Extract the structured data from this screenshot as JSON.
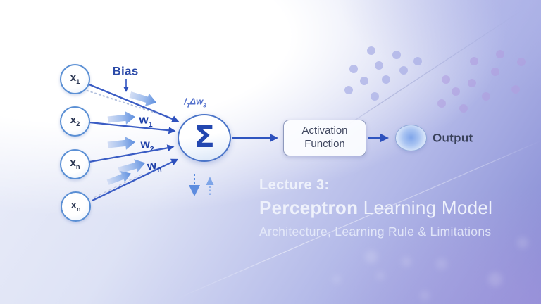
{
  "slide": {
    "lecture_line": "Lecture 3:",
    "title_emphasis": "Perceptron",
    "title_rest": " Learning Model",
    "subtitle": "Architecture, Learning Rule & Limitations"
  },
  "diagram": {
    "bias_label": "Bias",
    "inputs": [
      {
        "base": "x",
        "sub": "1"
      },
      {
        "base": "x",
        "sub": "2"
      },
      {
        "base": "x",
        "sub": "n"
      },
      {
        "base": "x",
        "sub": "n"
      }
    ],
    "weights": [
      {
        "base": "w",
        "sub": "1"
      },
      {
        "base": "w",
        "sub": "2"
      },
      {
        "base": "w",
        "sub": "n"
      }
    ],
    "delta_annotation": {
      "pre": "/",
      "pre_sub": "1",
      "base": "Δw",
      "sub": "3"
    },
    "sum_symbol": "Σ",
    "activation_label": "Activation Function",
    "output_label": "Output"
  },
  "colors": {
    "arrow_blue": "#3052bf",
    "node_border_blue": "#5a8fd4",
    "sum_border_blue": "#4a74c8",
    "sigma_blue": "#2347b0",
    "bias_text_blue": "#2b4aa8",
    "weight_text_blue": "#1d3fa8",
    "background_purple": "#8287d2",
    "scatter_dot_left": "#a9aee6",
    "scatter_dot_right": "#b19fe0",
    "title_text": "#eef1fb"
  }
}
